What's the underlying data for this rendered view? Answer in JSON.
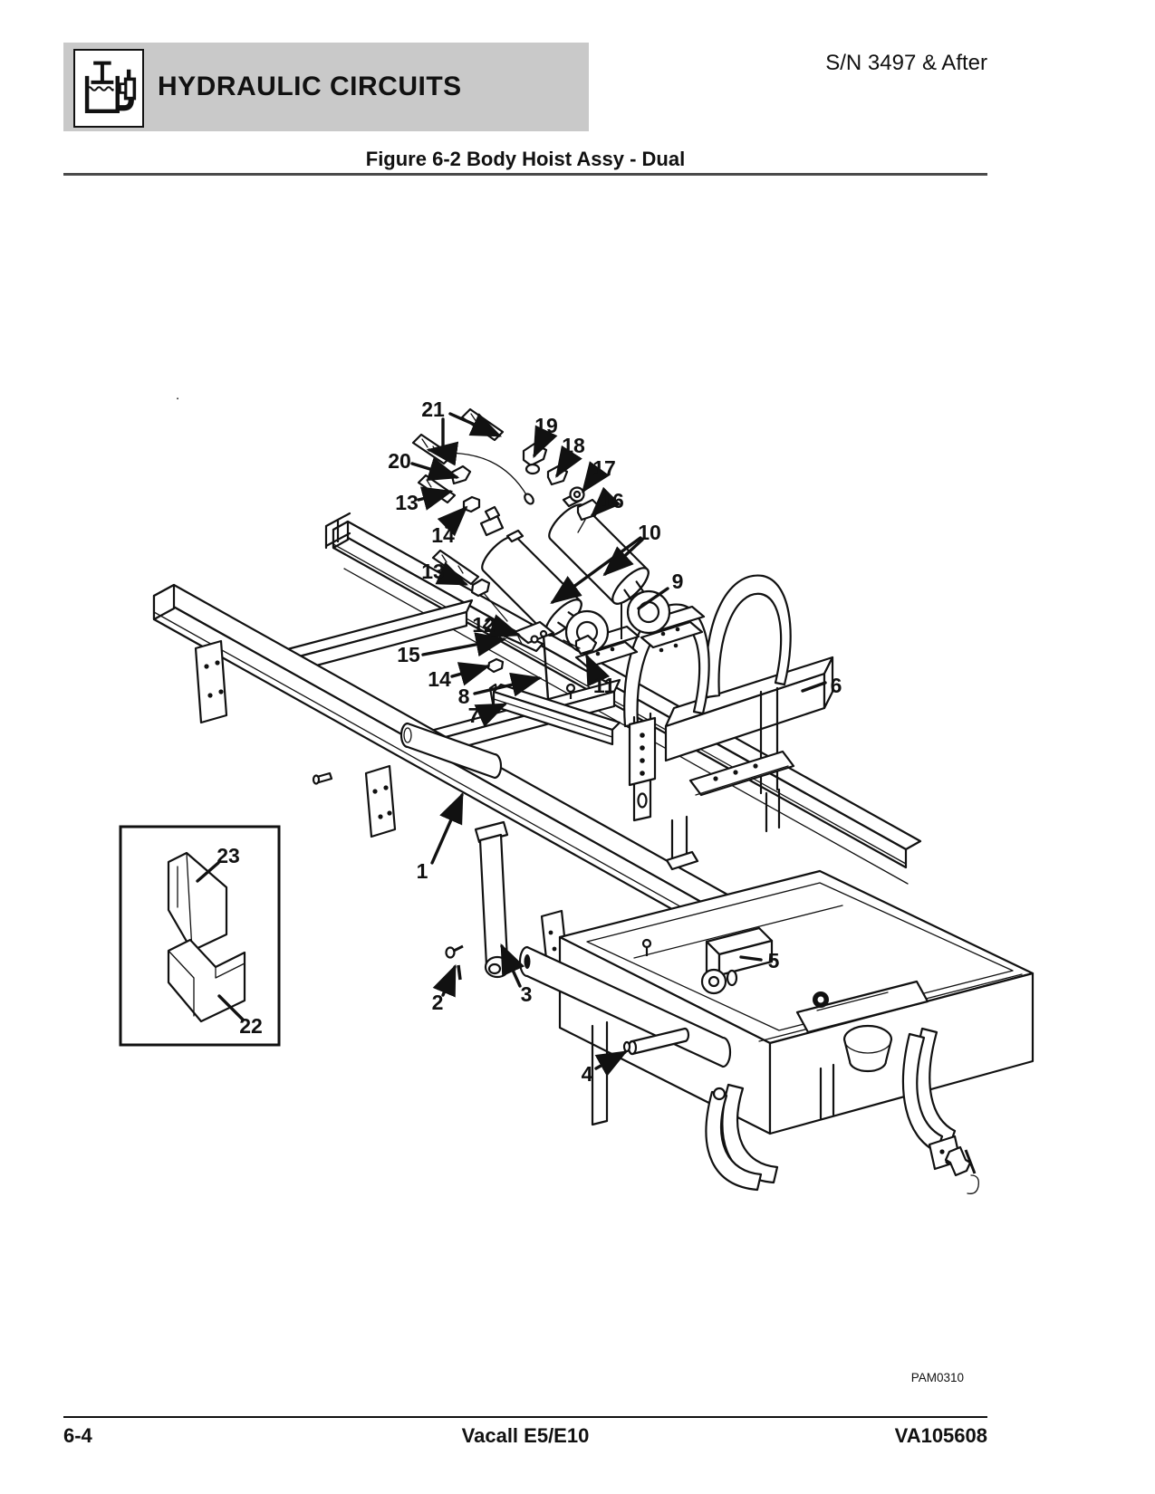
{
  "colors": {
    "banner_bg": "#c9c9c9",
    "ink": "#111111"
  },
  "header": {
    "serial_note": "S/N 3497 & After",
    "banner_title": "HYDRAULIC CIRCUITS",
    "banner_icon": "hydraulic-reservoir-icon"
  },
  "figure": {
    "caption": "Figure 6-2 Body Hoist Assy - Dual",
    "drawing_ref": "PAM0310",
    "stray_mark": ".",
    "callouts": {
      "1": "1",
      "2": "2",
      "3": "3",
      "4": "4",
      "5": "5",
      "6": "6",
      "7": "7",
      "8": "8",
      "9": "9",
      "10": "10",
      "11": "11",
      "12": "12",
      "13": "13",
      "14": "14",
      "15": "15",
      "16": "16",
      "17": "17",
      "18": "18",
      "19": "19",
      "20": "20",
      "21": "21",
      "22": "22",
      "23": "23"
    }
  },
  "footer": {
    "page_number": "6-4",
    "model": "Vacall E5/E10",
    "document_number": "VA105608"
  }
}
